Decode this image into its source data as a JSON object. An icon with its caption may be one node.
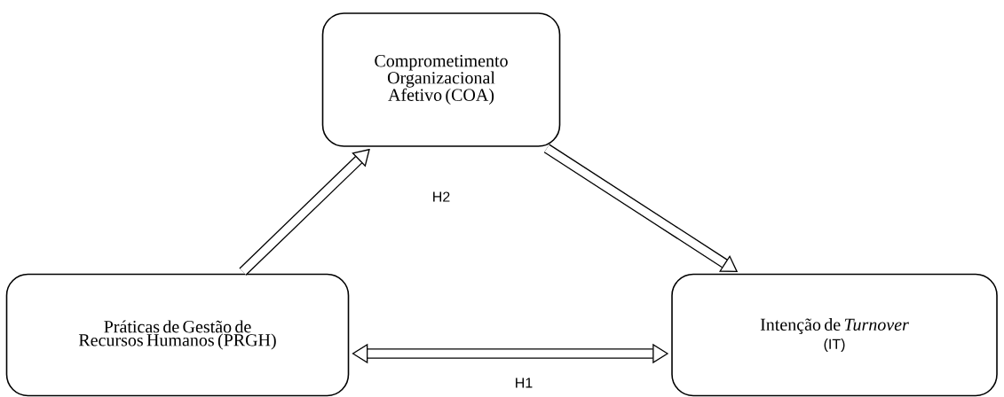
{
  "diagram": {
    "nodes": [
      {
        "text": [
          "Comprometimento Organizacional Afetivo (COA)"
        ]
      },
      {
        "text": [
          "Práticas de Gestão de Recursos Humanos (PRGH)"
        ]
      },
      {
        "text": [
          "Intenção de *Turnover*",
          "(IT)"
        ]
      }
    ],
    "edges": [
      {
        "from": 1,
        "to": 0,
        "arrow": "to"
      },
      {
        "from": 0,
        "to": 2,
        "arrow": "to"
      },
      {
        "from": 1,
        "to": 2,
        "arrow": "both"
      }
    ],
    "labels": [
      "H2",
      "H1"
    ]
  }
}
